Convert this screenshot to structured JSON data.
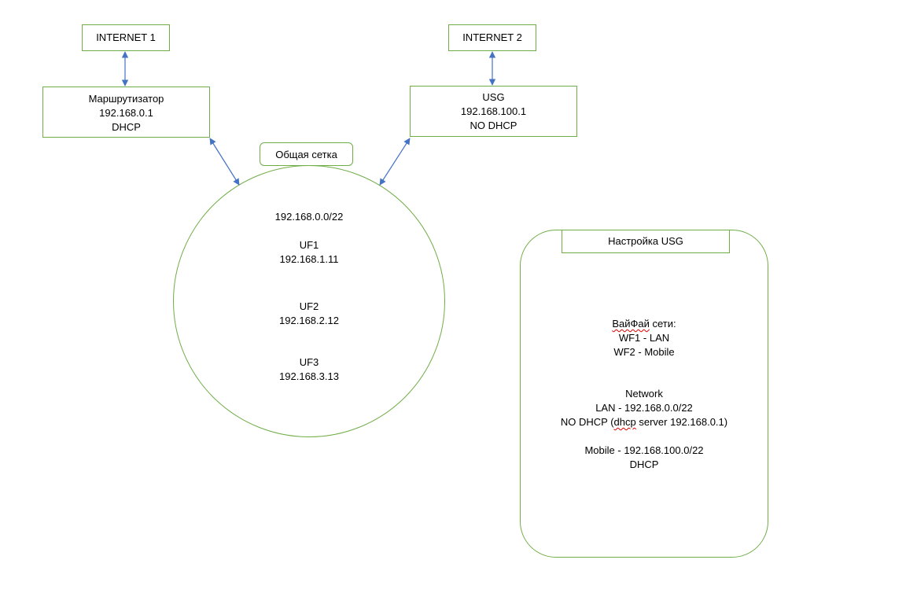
{
  "diagram": {
    "internet1": {
      "label": "INTERNET 1"
    },
    "internet2": {
      "label": "INTERNET 2"
    },
    "router": {
      "name": "Маршрутизатор",
      "ip": "192.168.0.1",
      "mode": "DHCP"
    },
    "usg": {
      "name": "USG",
      "ip": "192.168.100.1",
      "mode": "NO DHCP"
    },
    "common_network": {
      "label": "Общая сетка",
      "subnet": "192.168.0.0/22",
      "devices": [
        {
          "name": "UF1",
          "ip": "192.168.1.11"
        },
        {
          "name": "UF2",
          "ip": "192.168.2.12"
        },
        {
          "name": "UF3",
          "ip": "192.168.3.13"
        }
      ]
    },
    "usg_settings": {
      "title": "Настройка USG",
      "wifi": {
        "heading_word": "ВайФай",
        "heading_rest": " сети:",
        "items": [
          "WF1 - LAN",
          "WF2 - Mobile"
        ]
      },
      "network": {
        "heading": "Network",
        "lan": "LAN - 192.168.0.0/22",
        "lan_dhcp_prefix": "NO DHCP (",
        "lan_dhcp_word": "dhcp",
        "lan_dhcp_suffix": " server 192.168.0.1)",
        "mobile": "Mobile - 192.168.100.0/22",
        "mobile_dhcp": "DHCP"
      }
    },
    "colors": {
      "box_border": "#70ad47",
      "arrow": "#4472c4",
      "spellcheck": "#e00000"
    }
  }
}
